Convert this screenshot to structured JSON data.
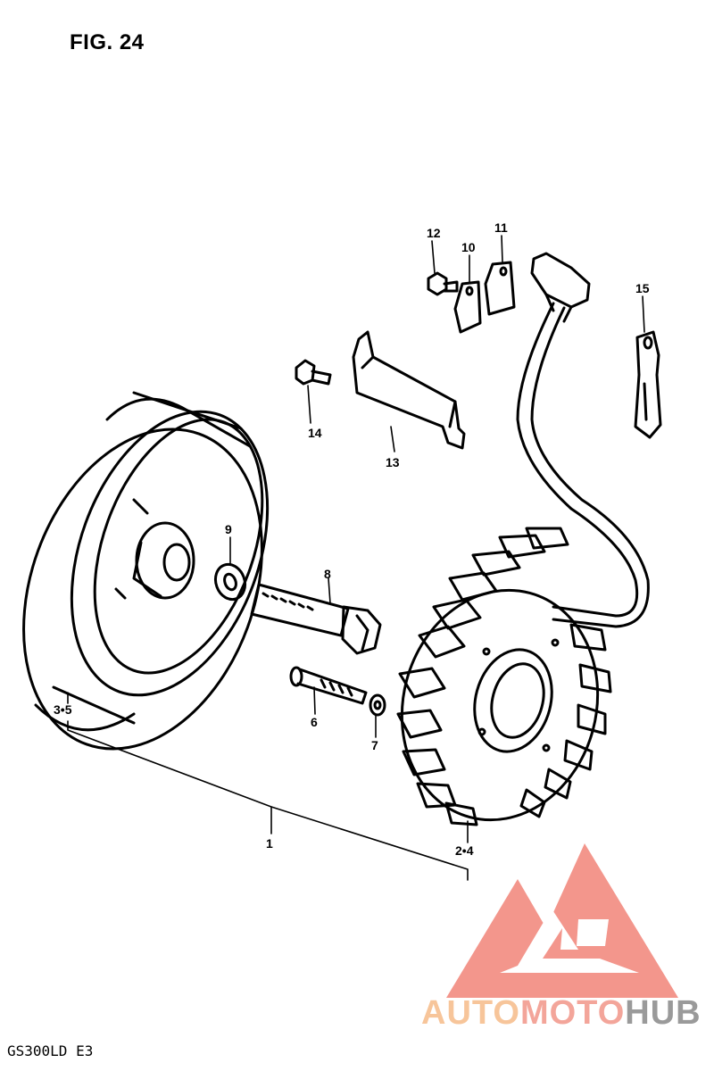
{
  "figure": {
    "title": "FIG. 24"
  },
  "footer": {
    "model": "GS300LD E3"
  },
  "callouts": {
    "c1": "1",
    "c2_4": "2•4",
    "c3_5": "3•5",
    "c6": "6",
    "c7": "7",
    "c8": "8",
    "c9": "9",
    "c10": "10",
    "c11": "11",
    "c12": "12",
    "c13": "13",
    "c14": "14",
    "c15": "15"
  },
  "watermark": {
    "part1": "AUTO",
    "part2": "MOTO",
    "part3": "HUB",
    "colors": {
      "triangle": "#f28b80",
      "auto": "#f7c59a",
      "moto": "#f3a59a",
      "hub": "#9a9a9a"
    }
  }
}
